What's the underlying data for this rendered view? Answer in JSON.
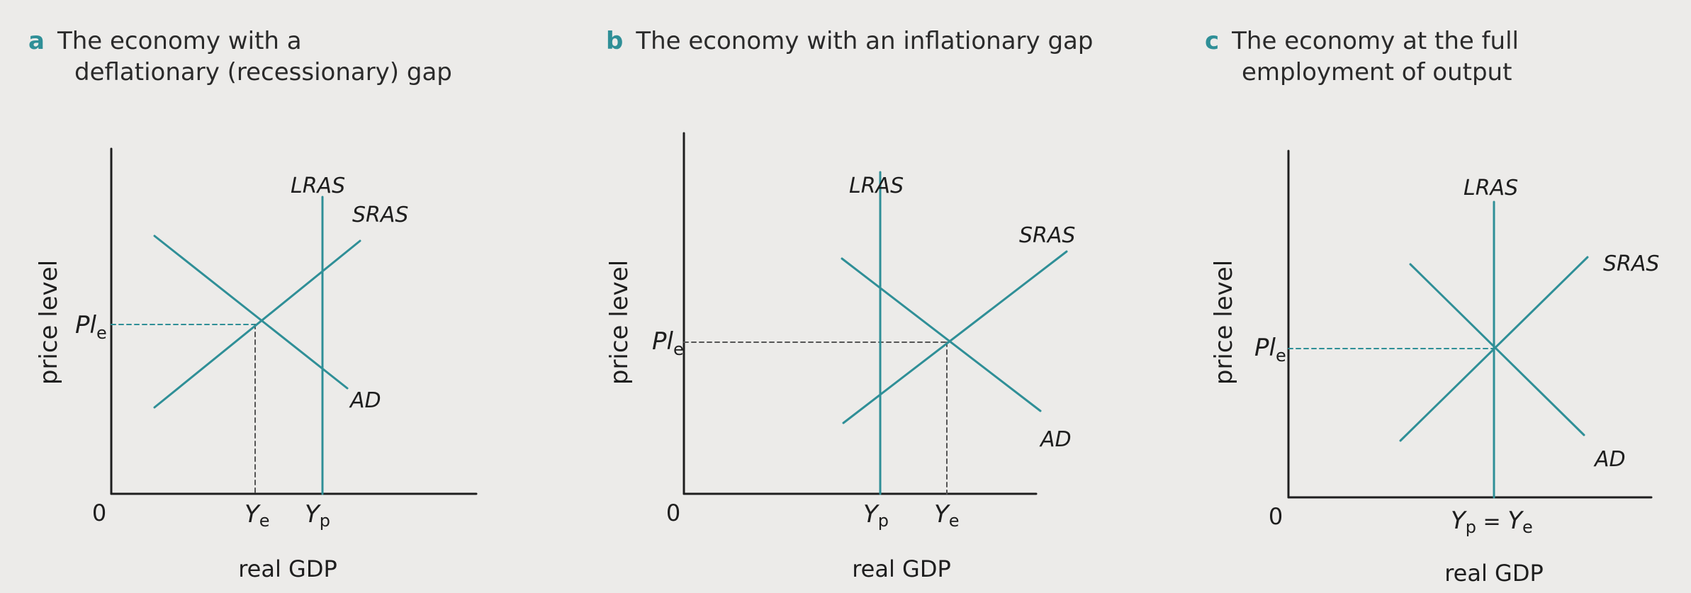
{
  "colors": {
    "curve": "#2f8f97",
    "axis": "#1e1e1e",
    "background": "#ecebe9"
  },
  "panels": [
    {
      "letter": "a",
      "title_line1": "The economy with a",
      "title_line2": "deflationary (recessionary) gap",
      "ylabel": "price level",
      "xlabel": "real GDP",
      "origin": "0",
      "lras": "LRAS",
      "sras": "SRAS",
      "ad": "AD",
      "pl_main": "Pl",
      "pl_sub": "e",
      "tick1_main": "Y",
      "tick1_sub": "e",
      "tick2_main": "Y",
      "tick2_sub": "p"
    },
    {
      "letter": "b",
      "title_line1": "The economy with an inflationary gap",
      "title_line2": "",
      "ylabel": "price level",
      "xlabel": "real GDP",
      "origin": "0",
      "lras": "LRAS",
      "sras": "SRAS",
      "ad": "AD",
      "pl_main": "Pl",
      "pl_sub": "e",
      "tick1_main": "Y",
      "tick1_sub": "p",
      "tick2_main": "Y",
      "tick2_sub": "e"
    },
    {
      "letter": "c",
      "title_line1": "The economy at the full",
      "title_line2": "employment of output",
      "ylabel": "price level",
      "xlabel": "real GDP",
      "origin": "0",
      "lras": "LRAS",
      "sras": "SRAS",
      "ad": "AD",
      "pl_main": "Pl",
      "pl_sub": "e",
      "tick_a_main": "Y",
      "tick_a_sub": "p",
      "tick_eq": " = ",
      "tick_b_main": "Y",
      "tick_b_sub": "e"
    }
  ]
}
